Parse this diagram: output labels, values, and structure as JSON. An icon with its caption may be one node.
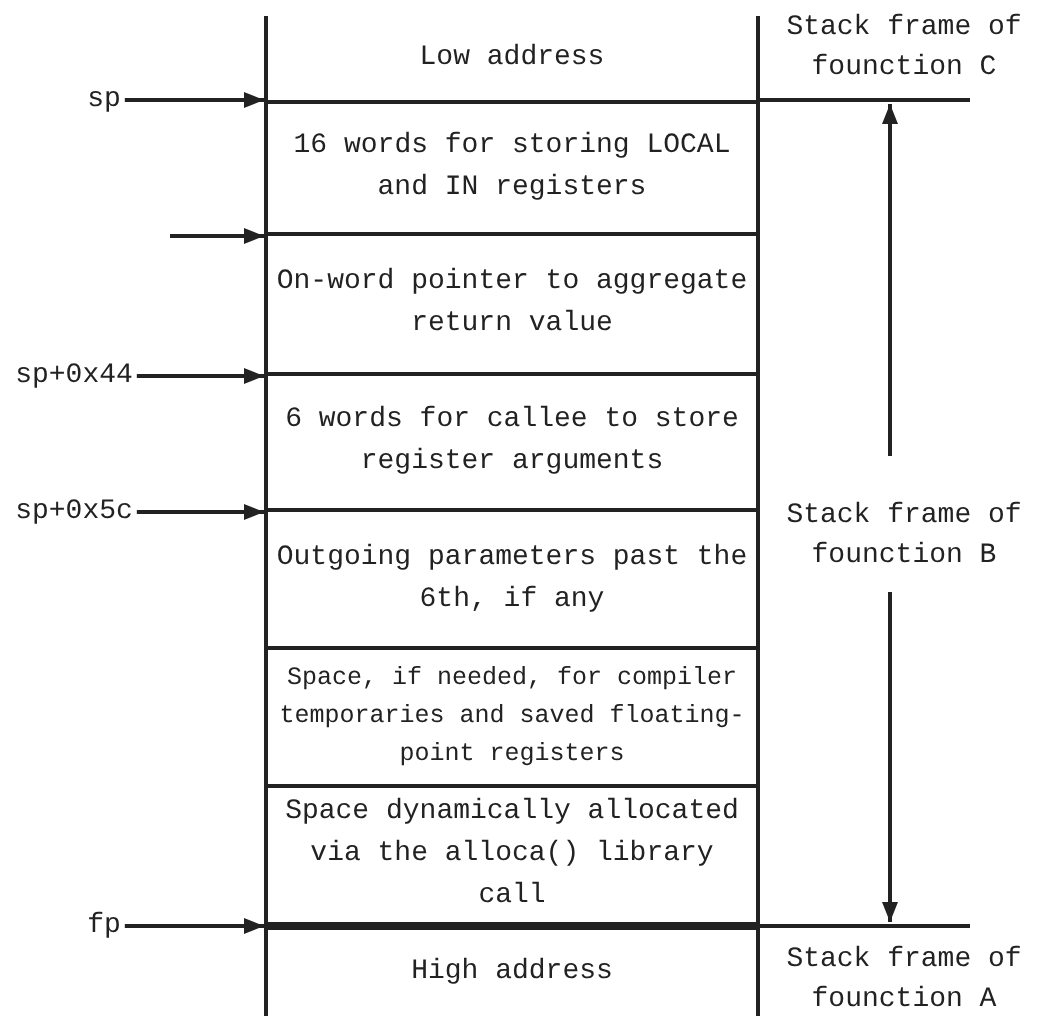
{
  "diagram": {
    "nodes": [
      {
        "text": [
          "Low address"
        ]
      },
      {
        "text": [
          "16 words for storing LOCAL and IN registers"
        ]
      },
      {
        "text": [
          "On-word pointer to aggregate return value"
        ]
      },
      {
        "text": [
          "6 words for callee to store register arguments"
        ]
      },
      {
        "text": [
          "Outgoing parameters past the 6th, if any"
        ]
      },
      {
        "text": [
          "Space, if needed, for compiler temporaries and saved floating-point registers"
        ]
      },
      {
        "text": [
          "Space dynamically allocated via the alloca() library call"
        ]
      },
      {
        "text": [
          "High address"
        ]
      },
      {
        "text": [
          "sp"
        ]
      },
      {
        "text": [
          "sp+0x44"
        ]
      },
      {
        "text": [
          "sp+0x5c"
        ]
      },
      {
        "text": [
          "fp"
        ]
      }
    ],
    "edges": [
      {
        "from": 8,
        "to": 1,
        "arrow": "to"
      },
      {
        "from": null,
        "to": 2,
        "arrow": "to"
      },
      {
        "from": 9,
        "to": 3,
        "arrow": "to"
      },
      {
        "from": 10,
        "to": 4,
        "arrow": "to"
      },
      {
        "from": 11,
        "to": 7,
        "arrow": "to"
      }
    ],
    "labels": [
      "Stack frame of founction C",
      "Stack frame of founction B",
      "Stack frame of founction A"
    ]
  }
}
